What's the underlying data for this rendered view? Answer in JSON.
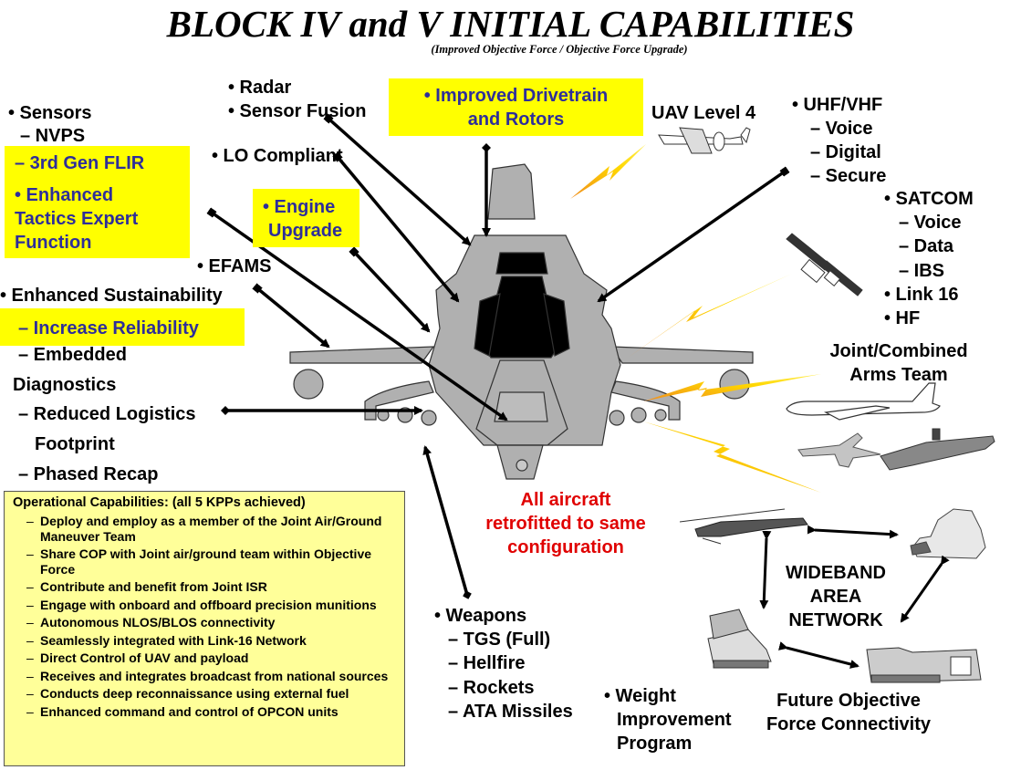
{
  "title": "BLOCK IV and V INITIAL CAPABILITIES",
  "subtitle": "(Improved Objective Force / Objective Force Upgrade)",
  "colors": {
    "highlight_yellow": "#ffff00",
    "highlight_text_blue": "#2e2e9a",
    "ops_box_bg": "#ffff99",
    "emphasis_red": "#e00000",
    "aircraft_gray": "#b0b0b0",
    "lightning_yellow": "#ffd700",
    "lightning_orange": "#f08c1e"
  },
  "sensors": {
    "heading": "• Sensors",
    "item_nvps": "– NVPS",
    "item_flir": "– 3rd Gen FLIR",
    "tactics_line1": "•  Enhanced",
    "tactics_line2": "Tactics Expert",
    "tactics_line3": "Function"
  },
  "radar": {
    "line1": "• Radar",
    "line2": "• Sensor Fusion"
  },
  "lo_compliant": "• LO Compliant",
  "engine": {
    "line1": "• Engine",
    "line2": "Upgrade"
  },
  "efams": "• EFAMS",
  "drivetrain": {
    "line1": "• Improved Drivetrain",
    "line2": "and Rotors"
  },
  "uav": {
    "label": "UAV Level 4",
    "icon": "uav-drone-icon"
  },
  "comms": {
    "uhf_vhf": "•  UHF/VHF",
    "uhf_items": [
      "– Voice",
      "– Digital",
      "– Secure"
    ],
    "satcom": "• SATCOM",
    "satcom_items": [
      "– Voice",
      "– Data",
      "– IBS"
    ],
    "link16": "• Link 16",
    "hf": "• HF"
  },
  "joint_team": {
    "line1": "Joint/Combined",
    "line2": "Arms Team"
  },
  "sustainability": {
    "heading": "• Enhanced Sustainability",
    "reliability": "– Increase Reliability",
    "embedded_1": "– Embedded",
    "embedded_2": "Diagnostics",
    "logistics_1": "– Reduced Logistics",
    "logistics_2": "Footprint",
    "recap": "– Phased Recap"
  },
  "retrofit_note": {
    "line1": "All aircraft",
    "line2": "retrofitted to same",
    "line3": "configuration"
  },
  "weapons": {
    "heading": "• Weapons",
    "items": [
      "– TGS (Full)",
      "– Hellfire",
      "– Rockets",
      "– ATA Missiles"
    ]
  },
  "weight": {
    "line1": "• Weight",
    "line2": "Improvement",
    "line3": "Program"
  },
  "network": {
    "center_line1": "WIDEBAND",
    "center_line2": "AREA",
    "center_line3": "NETWORK",
    "caption_line1": "Future Objective",
    "caption_line2": "Force Connectivity",
    "nodes": [
      "attack-helicopter-icon",
      "ground-troops-icon",
      "artillery-vehicle-icon",
      "command-vehicle-icon"
    ]
  },
  "ops_capabilities": {
    "heading": "Operational Capabilities: (all 5 KPPs achieved)",
    "items": [
      "Deploy and employ as a member of the Joint Air/Ground Maneuver Team",
      "Share COP with Joint air/ground team within Objective Force",
      "Contribute and benefit from Joint ISR",
      "Engage with onboard and offboard precision munitions",
      "Autonomous NLOS/BLOS connectivity",
      "Seamlessly integrated with Link-16 Network",
      "Direct Control of UAV and payload",
      "Receives and integrates broadcast from national sources",
      "Conducts deep reconnaissance using external fuel",
      "Enhanced command and control of OPCON units"
    ]
  }
}
